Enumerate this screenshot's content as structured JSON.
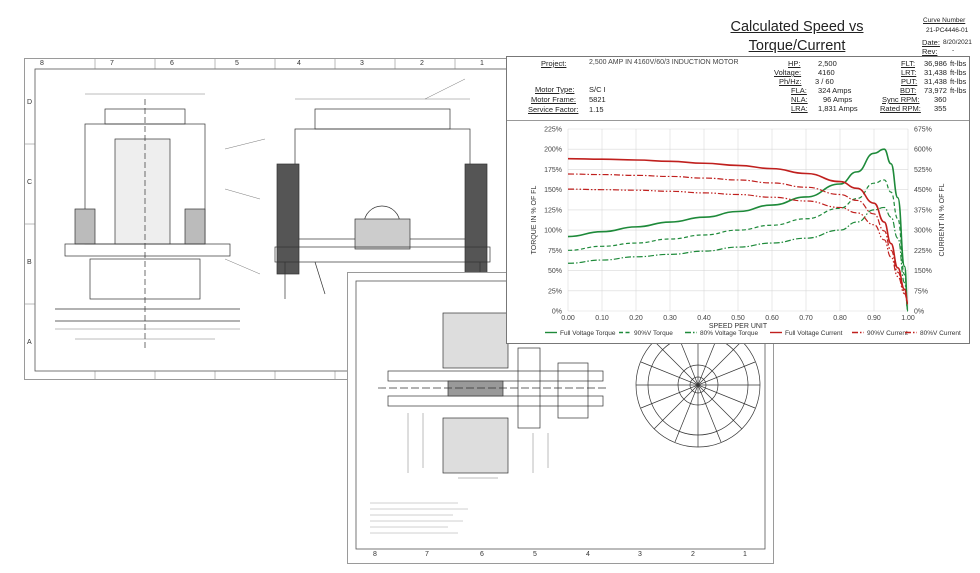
{
  "title": "Calculated Speed vs Torque/Current",
  "curve_block": {
    "curve_number_label": "Curve Number",
    "curve_number": "21-PC4446-01",
    "date_label": "Date:",
    "date": "8/20/2021",
    "rev_label": "Rev:",
    "rev": "-"
  },
  "info": {
    "project_label": "Project:",
    "project_value": "2,500 AMP IN 4160V/60/3 INDUCTION MOTOR",
    "motor_type_label": "Motor Type:",
    "motor_type": "S/C I",
    "motor_frame_label": "Motor Frame:",
    "motor_frame": "5821",
    "service_factor_label": "Service Factor:",
    "service_factor": "1.15",
    "hp_label": "HP:",
    "hp": "2,500",
    "voltage_label": "Voltage:",
    "voltage": "4160",
    "ph_hz_label": "Ph/Hz:",
    "ph_hz": "3 / 60",
    "fla_label": "FLA:",
    "fla": "324 Amps",
    "nla_label": "NLA:",
    "nla": "96 Amps",
    "lra_label": "LRA:",
    "lra": "1,831 Amps",
    "flt_label": "FLT:",
    "flt": "36,986",
    "flt_unit": "ft-lbs",
    "lrt_label": "LRT:",
    "lrt": "31,438",
    "lrt_unit": "ft-lbs",
    "put_label": "PUT:",
    "put": "31,438",
    "put_unit": "ft-lbs",
    "bdt_label": "BDT:",
    "bdt": "73,972",
    "bdt_unit": "ft-lbs",
    "sync_rpm_label": "Sync RPM:",
    "sync_rpm": "360",
    "rated_rpm_label": "Rated RPM:",
    "rated_rpm": "355"
  },
  "drawing": {
    "grid_top": [
      "8",
      "7",
      "6",
      "5",
      "4",
      "3",
      "2",
      "1"
    ],
    "grid_side": [
      "D",
      "C",
      "B",
      "A"
    ],
    "sheet2_grid": [
      "8",
      "7",
      "6",
      "5",
      "4",
      "3",
      "2",
      "1"
    ]
  },
  "colors": {
    "torque": "#1e8a3a",
    "current": "#c0201e",
    "grid": "#d9d9d9"
  },
  "chart_data": {
    "type": "line",
    "xlabel": "SPEED PER UNIT",
    "ylabel_left": "TORQUE IN % OF FL",
    "ylabel_right": "CURRENT IN % OF FL",
    "xlim": [
      0,
      1
    ],
    "ylim_left": [
      0,
      225
    ],
    "ylim_right": [
      0,
      675
    ],
    "x_ticks": [
      "0.00",
      "0.10",
      "0.20",
      "0.30",
      "0.40",
      "0.50",
      "0.60",
      "0.70",
      "0.80",
      "0.90",
      "1.00"
    ],
    "y_left_ticks": [
      "0%",
      "25%",
      "50%",
      "75%",
      "100%",
      "125%",
      "150%",
      "175%",
      "200%",
      "225%"
    ],
    "y_right_ticks": [
      "0%",
      "75%",
      "150%",
      "225%",
      "300%",
      "375%",
      "450%",
      "525%",
      "600%",
      "675%"
    ],
    "grid": true,
    "legend_position": "bottom",
    "series": [
      {
        "name": "Full Voltage Torque",
        "axis": "left",
        "style": "solid",
        "color": "#1e8a3a",
        "x": [
          0,
          0.1,
          0.2,
          0.3,
          0.4,
          0.5,
          0.6,
          0.7,
          0.8,
          0.85,
          0.9,
          0.93,
          0.95,
          0.97,
          0.99,
          1.0
        ],
        "y": [
          92,
          98,
          104,
          110,
          116,
          123,
          131,
          141,
          157,
          172,
          195,
          200,
          182,
          140,
          55,
          0
        ]
      },
      {
        "name": "90%V Torque",
        "axis": "left",
        "style": "dashed",
        "color": "#1e8a3a",
        "x": [
          0,
          0.1,
          0.2,
          0.3,
          0.4,
          0.5,
          0.6,
          0.7,
          0.8,
          0.85,
          0.9,
          0.93,
          0.95,
          0.97,
          0.99,
          1.0
        ],
        "y": [
          75,
          80,
          84,
          89,
          94,
          100,
          106,
          114,
          127,
          139,
          158,
          162,
          147,
          114,
          45,
          0
        ]
      },
      {
        "name": "80% Voltage Torque",
        "axis": "left",
        "style": "dashdot",
        "color": "#1e8a3a",
        "x": [
          0,
          0.1,
          0.2,
          0.3,
          0.4,
          0.5,
          0.6,
          0.7,
          0.8,
          0.85,
          0.9,
          0.93,
          0.95,
          0.97,
          0.99,
          1.0
        ],
        "y": [
          59,
          63,
          67,
          70,
          74,
          79,
          84,
          90,
          100,
          110,
          125,
          128,
          116,
          90,
          35,
          0
        ]
      },
      {
        "name": "Full Voltage Current",
        "axis": "right",
        "style": "solid",
        "color": "#c0201e",
        "x": [
          0,
          0.1,
          0.2,
          0.3,
          0.4,
          0.5,
          0.6,
          0.7,
          0.8,
          0.85,
          0.9,
          0.93,
          0.95,
          0.97,
          0.99,
          1.0
        ],
        "y": [
          565,
          563,
          560,
          555,
          548,
          540,
          528,
          510,
          480,
          455,
          400,
          330,
          250,
          160,
          80,
          30
        ]
      },
      {
        "name": "90%V Current",
        "axis": "right",
        "style": "dashdot",
        "color": "#c0201e",
        "x": [
          0,
          0.1,
          0.2,
          0.3,
          0.4,
          0.5,
          0.6,
          0.7,
          0.8,
          0.85,
          0.9,
          0.93,
          0.95,
          0.97,
          0.99,
          1.0
        ],
        "y": [
          508,
          506,
          503,
          499,
          493,
          486,
          475,
          459,
          432,
          410,
          360,
          297,
          225,
          144,
          72,
          27
        ]
      },
      {
        "name": "80%V Current",
        "axis": "right",
        "style": "dashdotdot",
        "color": "#c0201e",
        "x": [
          0,
          0.1,
          0.2,
          0.3,
          0.4,
          0.5,
          0.6,
          0.7,
          0.8,
          0.85,
          0.9,
          0.93,
          0.95,
          0.97,
          0.99,
          1.0
        ],
        "y": [
          452,
          450,
          448,
          444,
          438,
          432,
          422,
          408,
          384,
          364,
          320,
          264,
          200,
          128,
          64,
          24
        ]
      }
    ]
  }
}
